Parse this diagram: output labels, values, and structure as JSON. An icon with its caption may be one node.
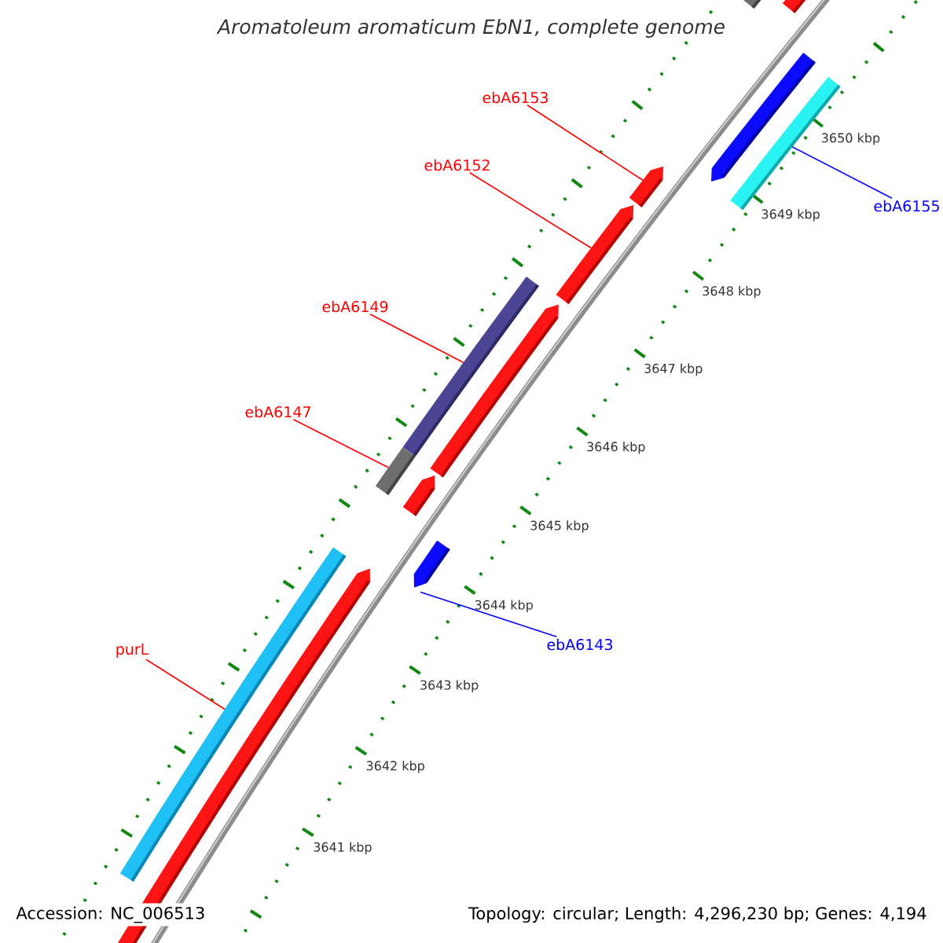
{
  "diagram": {
    "title": "Aromatoleum aromaticum EbN1, complete genome",
    "nodes": [
      {
        "text": [
          "ebA6153"
        ]
      },
      {
        "text": [
          "ebA6152"
        ]
      },
      {
        "text": [
          "ebA6155"
        ]
      },
      {
        "text": [
          "ebA6149"
        ]
      },
      {
        "text": [
          "ebA6147"
        ]
      },
      {
        "text": [
          "purL"
        ]
      },
      {
        "text": [
          "ebA6143"
        ]
      },
      {
        "text": [],
        "shape": "bar"
      },
      {
        "text": [],
        "shape": "bar"
      },
      {
        "text": [],
        "shape": "bar"
      },
      {
        "text": [],
        "shape": "bar"
      },
      {
        "text": [],
        "shape": "bar"
      },
      {
        "text": [],
        "shape": "bar"
      },
      {
        "text": [],
        "shape": "bar"
      },
      {
        "text": [],
        "shape": "bar"
      },
      {
        "text": [],
        "shape": "bar"
      },
      {
        "text": [],
        "shape": "bar"
      },
      {
        "text": [],
        "shape": "bar"
      },
      {
        "text": [],
        "shape": "bar"
      },
      {
        "text": [],
        "shape": "bar"
      }
    ],
    "edges": [
      {
        "from": 0,
        "to": 11,
        "arrow": "none"
      },
      {
        "from": 1,
        "to": 12,
        "arrow": "none"
      },
      {
        "from": 2,
        "to": 10,
        "arrow": "none",
        "color": "#0000ff"
      },
      {
        "from": 3,
        "to": 13,
        "arrow": "none"
      },
      {
        "from": 4,
        "to": 15,
        "arrow": "none"
      },
      {
        "from": 5,
        "to": 18,
        "arrow": "none"
      },
      {
        "from": 6,
        "to": 17,
        "arrow": "none",
        "color": "#0000ff"
      }
    ],
    "labels": [
      "3650 kbp",
      "3649 kbp",
      "3648 kbp",
      "3647 kbp",
      "3646 kbp",
      "3645 kbp",
      "3644 kbp",
      "3643 kbp",
      "3642 kbp",
      "3641 kbp",
      "Accession: NC_006513",
      "Topology: circular; Length: 4,296,230 bp; Genes: 4,194"
    ]
  }
}
